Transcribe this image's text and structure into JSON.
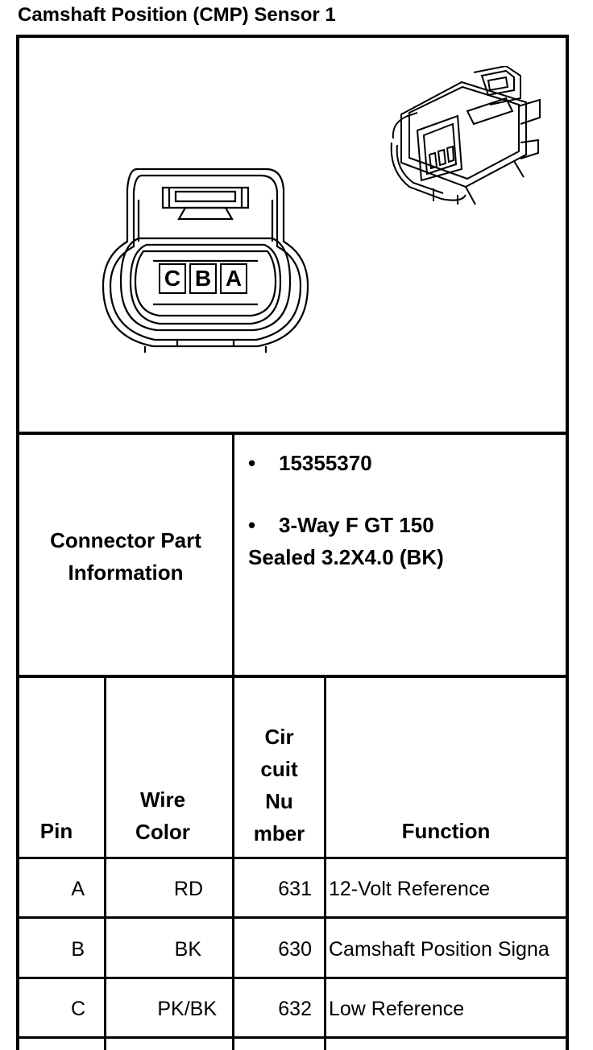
{
  "title": "Camshaft Position (CMP) Sensor 1",
  "connector_face": {
    "pins": [
      "C",
      "B",
      "A"
    ]
  },
  "connector_info": {
    "label_line1": "Connector Part",
    "label_line2": "Information",
    "bullet": "•",
    "part_number": "15355370",
    "description_line1": "3-Way F GT 150",
    "description_line2": "Sealed 3.2X4.0 (BK)"
  },
  "table": {
    "headers": {
      "pin": "Pin",
      "wire_color_line1": "Wire",
      "wire_color_line2": "Color",
      "circuit_line1": "Cir",
      "circuit_line2": "cuit",
      "circuit_line3": "Nu",
      "circuit_line4": "mber",
      "function": "Function"
    },
    "rows": [
      {
        "pin": "A",
        "wire_color": "RD",
        "circuit": "631",
        "function": "12-Volt Reference"
      },
      {
        "pin": "B",
        "wire_color": "BK",
        "circuit": "630",
        "function": "Camshaft Position Signa"
      },
      {
        "pin": "C",
        "wire_color": "PK/BK",
        "circuit": "632",
        "function": "Low Reference"
      }
    ]
  }
}
